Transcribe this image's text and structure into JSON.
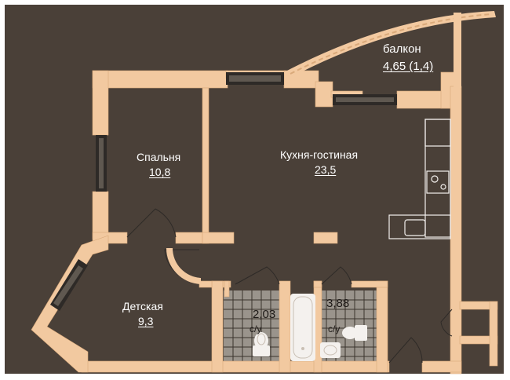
{
  "colors": {
    "background": "#4a4038",
    "frame": "#ffffff",
    "wall": "#f2c9a0",
    "wall_edge": "#d9a97a",
    "window_frame": "#2e2a27",
    "window_glass": "#5f5850",
    "tile": "#9a948c",
    "tile_line": "#3a332d",
    "fixture": "#f4f1ee",
    "label_text": "#ffffff",
    "dark_text": "#1e1a17",
    "fixture_line": "#c9bfb4"
  },
  "rooms": {
    "balcony": {
      "name": "балкон",
      "area": "4,65 (1,4)"
    },
    "bedroom": {
      "name": "Спальня",
      "area": "10,8"
    },
    "kitchen_living": {
      "name": "Кухня-гостиная",
      "area": "23,5"
    },
    "kids_room": {
      "name": "Детская",
      "area": "9,3"
    },
    "bathroom_1": {
      "area": "2,03",
      "type": "с/у"
    },
    "bathroom_2": {
      "area": "3,88",
      "type": "с/у"
    }
  }
}
